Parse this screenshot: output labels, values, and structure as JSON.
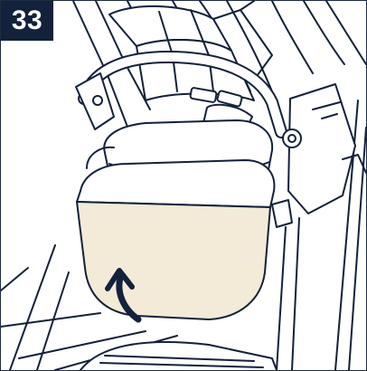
{
  "step": {
    "number": "33"
  },
  "illustration": {
    "subject": "stroller-seat-cover-attach",
    "highlight_color": "#f3ead7",
    "line_color": "#13213b",
    "arrow_direction": "up"
  }
}
